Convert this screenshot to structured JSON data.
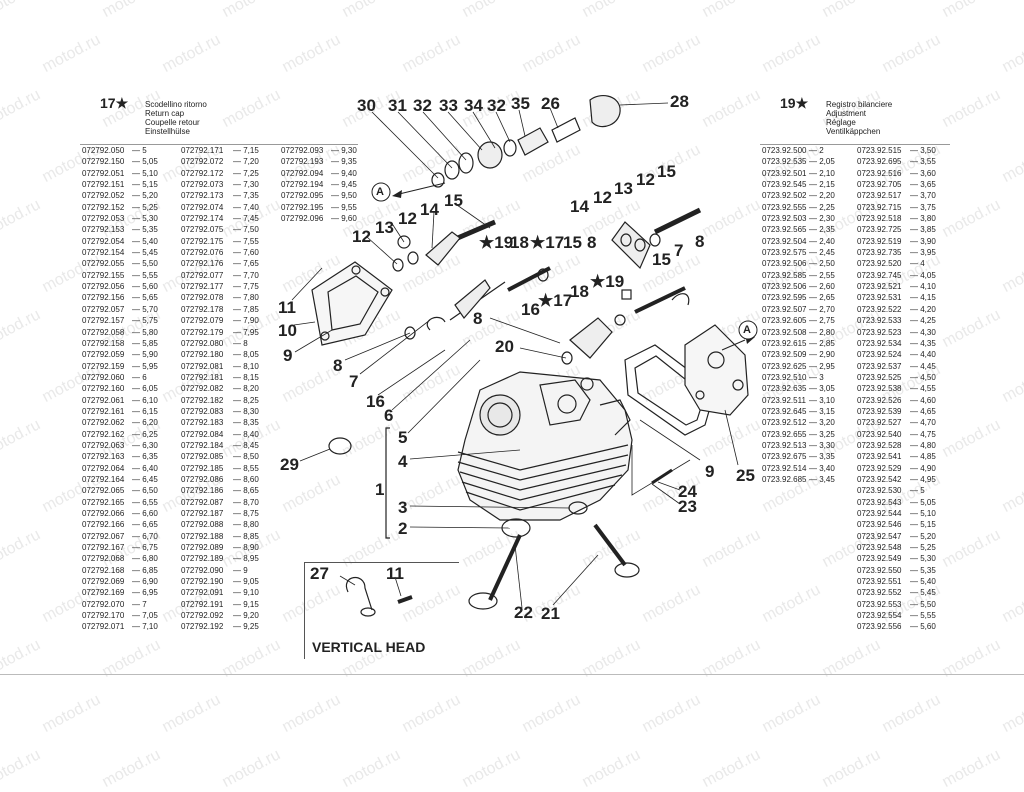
{
  "watermark": "motod.ru",
  "left_legend": {
    "ref": "17",
    "star": "★",
    "desc": [
      "Scodellino ritorno",
      "Return cap",
      "Coupelle retour",
      "Einstellhülse"
    ],
    "columns": [
      [
        [
          "072792.050",
          "— 5"
        ],
        [
          "072792.150",
          "— 5,05"
        ],
        [
          "072792.051",
          "— 5,10"
        ],
        [
          "072792.151",
          "— 5,15"
        ],
        [
          "072792.052",
          "— 5,20"
        ],
        [
          "072792.152",
          "— 5,25"
        ],
        [
          "072792.053",
          "— 5,30"
        ],
        [
          "072792.153",
          "— 5,35"
        ],
        [
          "072792.054",
          "— 5,40"
        ],
        [
          "072792.154",
          "— 5,45"
        ],
        [
          "072792.055",
          "— 5,50"
        ],
        [
          "072792.155",
          "— 5,55"
        ],
        [
          "072792.056",
          "— 5,60"
        ],
        [
          "072792.156",
          "— 5,65"
        ],
        [
          "072792.057",
          "— 5,70"
        ],
        [
          "072792.157",
          "— 5,75"
        ],
        [
          "072792.058",
          "— 5,80"
        ],
        [
          "072792.158",
          "— 5,85"
        ],
        [
          "072792.059",
          "— 5,90"
        ],
        [
          "072792.159",
          "— 5,95"
        ],
        [
          "072792.060",
          "— 6"
        ],
        [
          "072792.160",
          "— 6,05"
        ],
        [
          "072792.061",
          "— 6,10"
        ],
        [
          "072792.161",
          "— 6,15"
        ],
        [
          "072792.062",
          "— 6,20"
        ],
        [
          "072792.162",
          "— 6,25"
        ],
        [
          "072792.063",
          "— 6,30"
        ],
        [
          "072792.163",
          "— 6,35"
        ],
        [
          "072792.064",
          "— 6,40"
        ],
        [
          "072792.164",
          "— 6,45"
        ],
        [
          "072792.065",
          "— 6,50"
        ],
        [
          "072792.165",
          "— 6,55"
        ],
        [
          "072792.066",
          "— 6,60"
        ],
        [
          "072792.166",
          "— 6,65"
        ],
        [
          "072792.067",
          "— 6,70"
        ],
        [
          "072792.167",
          "— 6,75"
        ],
        [
          "072792.068",
          "— 6,80"
        ],
        [
          "072792.168",
          "— 6,85"
        ],
        [
          "072792.069",
          "— 6,90"
        ],
        [
          "072792.169",
          "— 6,95"
        ],
        [
          "072792.070",
          "— 7"
        ],
        [
          "072792.170",
          "— 7,05"
        ],
        [
          "072792.071",
          "— 7,10"
        ]
      ],
      [
        [
          "072792.171",
          "— 7,15"
        ],
        [
          "072792.072",
          "— 7,20"
        ],
        [
          "072792.172",
          "— 7,25"
        ],
        [
          "072792.073",
          "— 7,30"
        ],
        [
          "072792.173",
          "— 7,35"
        ],
        [
          "072792.074",
          "— 7,40"
        ],
        [
          "072792.174",
          "— 7,45"
        ],
        [
          "072792.075",
          "— 7,50"
        ],
        [
          "072792.175",
          "— 7,55"
        ],
        [
          "072792.076",
          "— 7,60"
        ],
        [
          "072792.176",
          "— 7,65"
        ],
        [
          "072792.077",
          "— 7,70"
        ],
        [
          "072792.177",
          "— 7,75"
        ],
        [
          "072792.078",
          "— 7,80"
        ],
        [
          "072792.178",
          "— 7,85"
        ],
        [
          "072792.079",
          "— 7,90"
        ],
        [
          "072792.179",
          "— 7,95"
        ],
        [
          "072792.080",
          "— 8"
        ],
        [
          "072792.180",
          "— 8,05"
        ],
        [
          "072792.081",
          "— 8,10"
        ],
        [
          "072792.181",
          "— 8,15"
        ],
        [
          "072792.082",
          "— 8,20"
        ],
        [
          "072792.182",
          "— 8,25"
        ],
        [
          "072792.083",
          "— 8,30"
        ],
        [
          "072792.183",
          "— 8,35"
        ],
        [
          "072792.084",
          "— 8,40"
        ],
        [
          "072792.184",
          "— 8,45"
        ],
        [
          "072792.085",
          "— 8,50"
        ],
        [
          "072792.185",
          "— 8,55"
        ],
        [
          "072792.086",
          "— 8,60"
        ],
        [
          "072792.186",
          "— 8,65"
        ],
        [
          "072792.087",
          "— 8,70"
        ],
        [
          "072792.187",
          "— 8,75"
        ],
        [
          "072792.088",
          "— 8,80"
        ],
        [
          "072792.188",
          "— 8,85"
        ],
        [
          "072792.089",
          "— 8,90"
        ],
        [
          "072792.189",
          "— 8,95"
        ],
        [
          "072792.090",
          "— 9"
        ],
        [
          "072792.190",
          "— 9,05"
        ],
        [
          "072792.091",
          "— 9,10"
        ],
        [
          "072792.191",
          "— 9,15"
        ],
        [
          "072792.092",
          "— 9,20"
        ],
        [
          "072792.192",
          "— 9,25"
        ]
      ],
      [
        [
          "072792.093",
          "— 9,30"
        ],
        [
          "072792.193",
          "— 9,35"
        ],
        [
          "072792.094",
          "— 9,40"
        ],
        [
          "072792.194",
          "— 9,45"
        ],
        [
          "072792.095",
          "— 9,50"
        ],
        [
          "072792.195",
          "— 9,55"
        ],
        [
          "072792.096",
          "— 9,60"
        ]
      ]
    ]
  },
  "right_legend": {
    "ref": "19",
    "star": "★",
    "desc": [
      "Registro bilanciere",
      "Adjustment",
      "Réglage",
      "Ventilkäppchen"
    ],
    "columns": [
      [
        [
          "0723.92.500",
          "— 2"
        ],
        [
          "0723.92.535",
          "— 2,05"
        ],
        [
          "0723.92.501",
          "— 2,10"
        ],
        [
          "0723.92.545",
          "— 2,15"
        ],
        [
          "0723.92.502",
          "— 2,20"
        ],
        [
          "0723.92.555",
          "— 2,25"
        ],
        [
          "0723.92.503",
          "— 2,30"
        ],
        [
          "0723.92.565",
          "— 2,35"
        ],
        [
          "0723.92.504",
          "— 2,40"
        ],
        [
          "0723.92.575",
          "— 2,45"
        ],
        [
          "0723.92.506",
          "— 2,50"
        ],
        [
          "0723.92.585",
          "— 2,55"
        ],
        [
          "0723.92.506",
          "— 2,60"
        ],
        [
          "0723.92.595",
          "— 2,65"
        ],
        [
          "0723.92.507",
          "— 2,70"
        ],
        [
          "0723.92.605",
          "— 2,75"
        ],
        [
          "0723.92.508",
          "— 2,80"
        ],
        [
          "0723.92.615",
          "— 2,85"
        ],
        [
          "0723.92.509",
          "— 2,90"
        ],
        [
          "0723.92.625",
          "— 2,95"
        ],
        [
          "0723.92.510",
          "— 3"
        ],
        [
          "0723.92.635",
          "— 3,05"
        ],
        [
          "0723.92.511",
          "— 3,10"
        ],
        [
          "0723.92.645",
          "— 3,15"
        ],
        [
          "0723.92.512",
          "— 3,20"
        ],
        [
          "0723.92.655",
          "— 3,25"
        ],
        [
          "0723.92.513",
          "— 3,30"
        ],
        [
          "0723.92.675",
          "— 3,35"
        ],
        [
          "0723.92.514",
          "— 3,40"
        ],
        [
          "0723.92.685",
          "— 3,45"
        ]
      ],
      [
        [
          "0723.92.515",
          "— 3,50"
        ],
        [
          "0723.92.695",
          "— 3,55"
        ],
        [
          "0723.92.516",
          "— 3,60"
        ],
        [
          "0723.92.705",
          "— 3,65"
        ],
        [
          "0723.92.517",
          "— 3,70"
        ],
        [
          "0723.92.715",
          "— 3,75"
        ],
        [
          "0723.92.518",
          "— 3,80"
        ],
        [
          "0723.92.725",
          "— 3,85"
        ],
        [
          "0723.92.519",
          "— 3,90"
        ],
        [
          "0723.92.735",
          "— 3,95"
        ],
        [
          "0723.92.520",
          "— 4"
        ],
        [
          "0723.92.745",
          "— 4,05"
        ],
        [
          "0723.92.521",
          "— 4,10"
        ],
        [
          "0723.92.531",
          "— 4,15"
        ],
        [
          "0723.92.522",
          "— 4,20"
        ],
        [
          "0723.92.533",
          "— 4,25"
        ],
        [
          "0723.92.523",
          "— 4,30"
        ],
        [
          "0723.92.534",
          "— 4,35"
        ],
        [
          "0723.92.524",
          "— 4,40"
        ],
        [
          "0723.92.537",
          "— 4,45"
        ],
        [
          "0723.92.525",
          "— 4,50"
        ],
        [
          "0723.92.538",
          "— 4,55"
        ],
        [
          "0723.92.526",
          "— 4,60"
        ],
        [
          "0723.92.539",
          "— 4,65"
        ],
        [
          "0723.92.527",
          "— 4,70"
        ],
        [
          "0723.92.540",
          "— 4,75"
        ],
        [
          "0723.92.528",
          "— 4,80"
        ],
        [
          "0723.92.541",
          "— 4,85"
        ],
        [
          "0723.92.529",
          "— 4,90"
        ],
        [
          "0723.92.542",
          "— 4,95"
        ],
        [
          "0723.92.530",
          "— 5"
        ],
        [
          "0723.92.543",
          "— 5,05"
        ],
        [
          "0723.92.544",
          "— 5,10"
        ],
        [
          "0723.92.546",
          "— 5,15"
        ],
        [
          "0723.92.547",
          "— 5,20"
        ],
        [
          "0723.92.548",
          "— 5,25"
        ],
        [
          "0723.92.549",
          "— 5,30"
        ],
        [
          "0723.92.550",
          "— 5,35"
        ],
        [
          "0723.92.551",
          "— 5,40"
        ],
        [
          "0723.92.552",
          "— 5,45"
        ],
        [
          "0723.92.553",
          "— 5,50"
        ],
        [
          "0723.92.554",
          "— 5,55"
        ],
        [
          "0723.92.556",
          "— 5,60"
        ]
      ]
    ]
  },
  "callouts": {
    "n30": "30",
    "n31": "31",
    "n32a": "32",
    "n33": "33",
    "n34": "34",
    "n32b": "32",
    "n35": "35",
    "n26": "26",
    "n28": "28",
    "n13a": "13",
    "n12a": "12",
    "n14a": "14",
    "n15a": "15",
    "n12b": "12",
    "n19a": "★19",
    "n18a": "18",
    "n17a": "★17",
    "n15b": "15",
    "n8a": "8",
    "n11a": "11",
    "n10": "10",
    "n9a": "9",
    "n8b": "8",
    "n7a": "7",
    "n16a": "16",
    "n6": "6",
    "n12c": "12",
    "n13b": "13",
    "n12d": "12",
    "n15c": "15",
    "n14b": "14",
    "n7b": "7",
    "n8c": "8",
    "n15d": "15",
    "n19b": "★19",
    "n18b": "18",
    "n17b": "★17",
    "n16b": "16",
    "n8d": "8",
    "n20": "20",
    "n5": "5",
    "n4": "4",
    "n1": "1",
    "n3": "3",
    "n2": "2",
    "n29": "29",
    "n9b": "9",
    "n24": "24",
    "n23": "23",
    "n25": "25",
    "n27": "27",
    "n11b": "11",
    "n22": "22",
    "n21": "21",
    "a1": "A",
    "a2": "A"
  },
  "vertical_head_label": "VERTICAL HEAD"
}
